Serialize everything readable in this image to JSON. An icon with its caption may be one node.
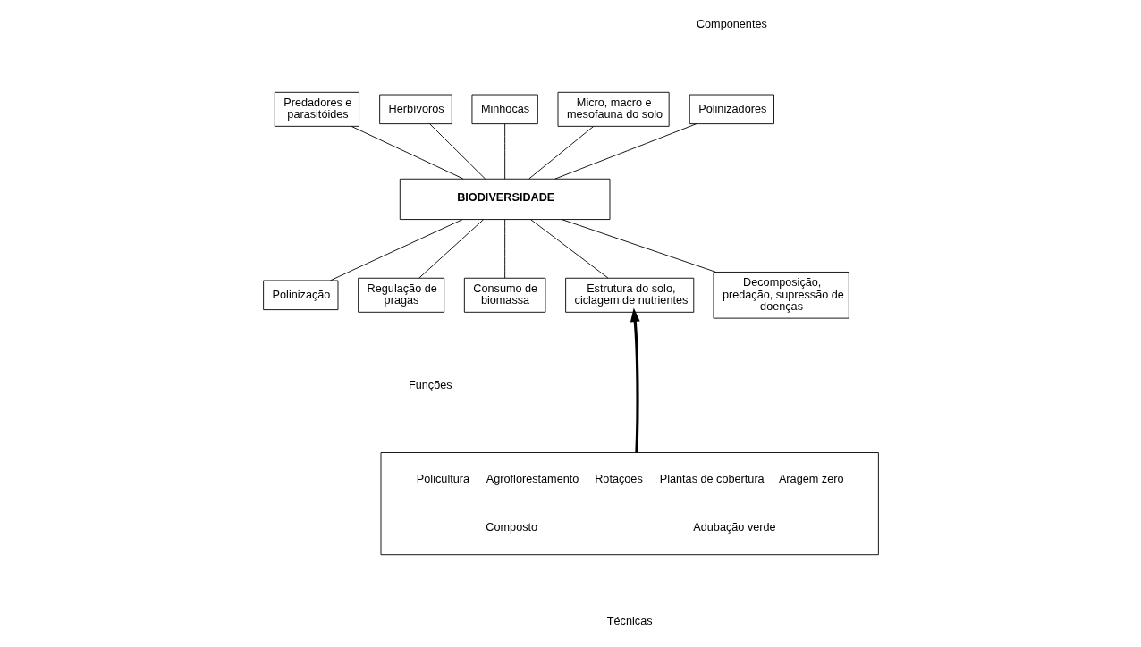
{
  "diagram": {
    "nodes": [
      {
        "text": [
          "Polinizadores"
        ]
      },
      {
        "text": [
          "Predadores e parasitóides"
        ]
      },
      {
        "text": [
          "Herbívoros"
        ]
      },
      {
        "text": [
          "Minhocas"
        ]
      },
      {
        "text": [
          "Micro, macro e mesofauna do solo"
        ]
      },
      {
        "text": [
          "BIODIVERSIDADE"
        ]
      },
      {
        "text": [
          "Polinização"
        ]
      },
      {
        "text": [
          "Regulação de pragas"
        ]
      },
      {
        "text": [
          "Consumo de biomassa"
        ]
      },
      {
        "text": [
          "Estrutura do solo, ciclagem de nutrientes"
        ]
      },
      {
        "text": [
          "Decomposição, predação, supressão de doenças"
        ]
      },
      {
        "text": [
          "Policultura",
          "Agroflorestamento",
          "Rotações",
          "Plantas de cobertura",
          "Aragem zero",
          "Composto",
          "Adubação verde"
        ]
      }
    ],
    "edges": [
      {
        "from": 0,
        "to": 5,
        "arrow": "none"
      },
      {
        "from": 1,
        "to": 5,
        "arrow": "none"
      },
      {
        "from": 2,
        "to": 5,
        "arrow": "none"
      },
      {
        "from": 3,
        "to": 5,
        "arrow": "none"
      },
      {
        "from": 4,
        "to": 5,
        "arrow": "none"
      },
      {
        "from": 5,
        "to": 6,
        "arrow": "none"
      },
      {
        "from": 5,
        "to": 7,
        "arrow": "none"
      },
      {
        "from": 5,
        "to": 8,
        "arrow": "none"
      },
      {
        "from": 5,
        "to": 9,
        "arrow": "none"
      },
      {
        "from": 5,
        "to": 10,
        "arrow": "none"
      },
      {
        "from": 11,
        "to": 9,
        "arrow": "to",
        "style": "thick"
      }
    ],
    "labels": [
      "Componentes",
      "Funções",
      "Técnicas"
    ]
  }
}
